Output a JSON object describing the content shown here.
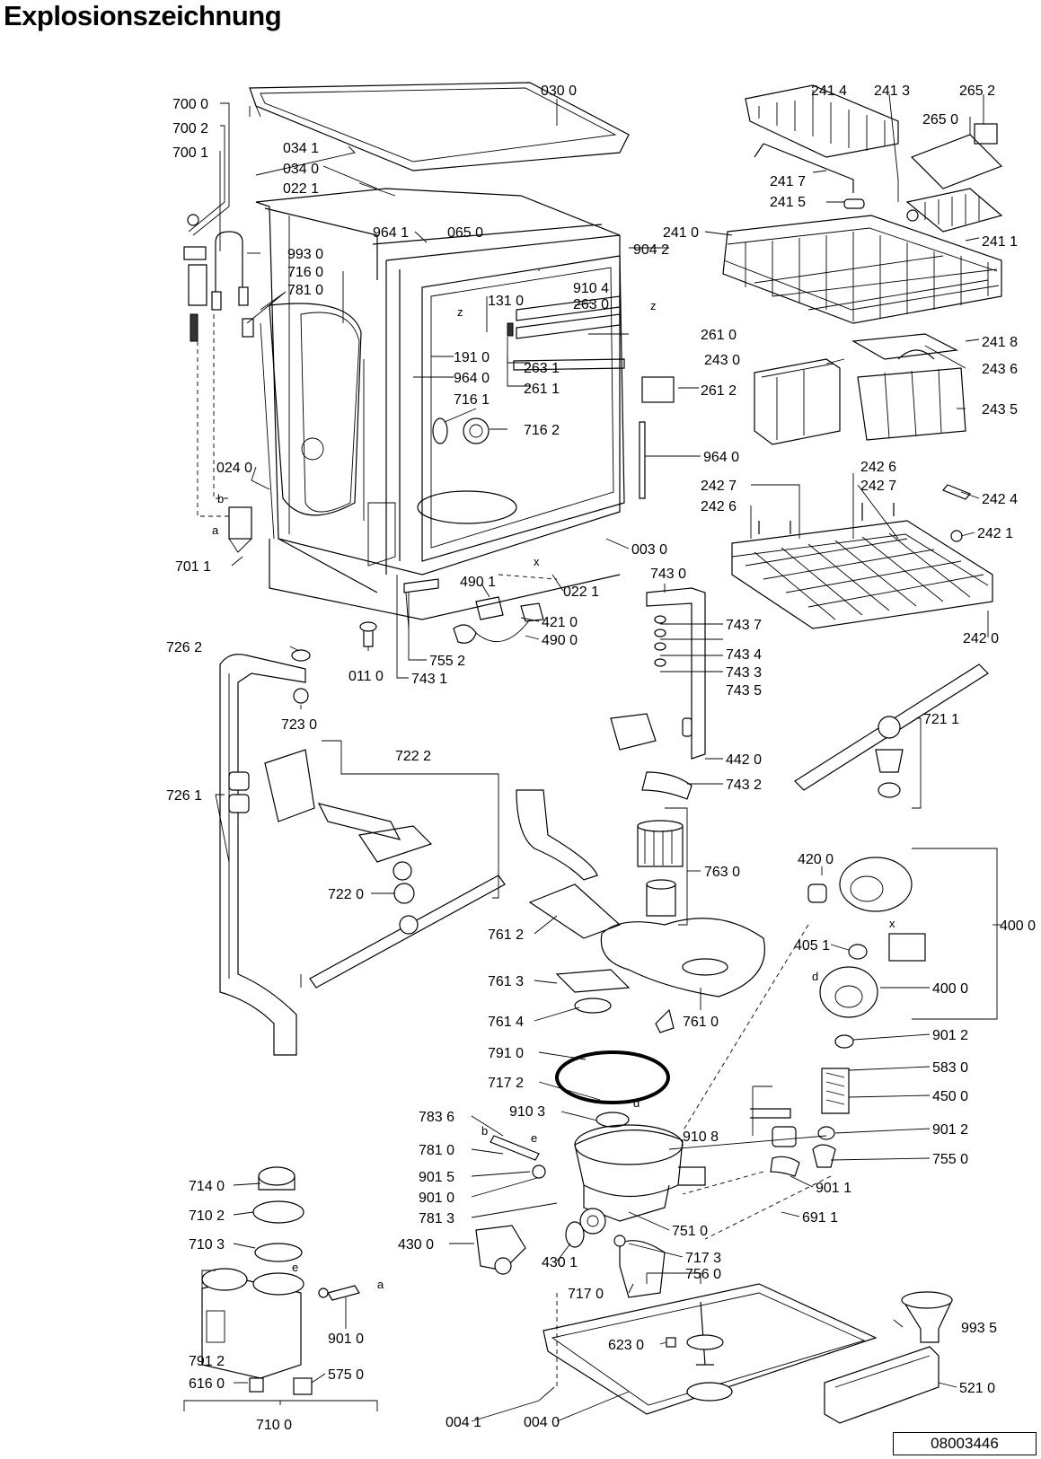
{
  "title": "Explosionszeichnung",
  "drawing_number": "08003446",
  "markers": [
    "z",
    "z",
    "x",
    "x",
    "b",
    "a",
    "b",
    "e",
    "a",
    "e",
    "d",
    "d"
  ],
  "callouts": [
    "700 0",
    "700 2",
    "700 1",
    "034 1",
    "034 0",
    "022 1",
    "030 0",
    "964 1",
    "065 0",
    "993 0",
    "716 0",
    "781 0",
    "904 2",
    "910 4",
    "131 0",
    "263 0",
    "261 0",
    "191 0",
    "964 0",
    "263 1",
    "261 1",
    "261 2",
    "716 1",
    "716 2",
    "964 0",
    "024 0",
    "003 0",
    "701 1",
    "490 1",
    "421 0",
    "490 0",
    "022 1",
    "755 2",
    "743 1",
    "011 0",
    "726 2",
    "723 0",
    "722 2",
    "726 1",
    "722 0",
    "743 0",
    "743 7",
    "743 4",
    "743 3",
    "743 5",
    "442 0",
    "743 2",
    "241 4",
    "241 3",
    "265 2",
    "265 0",
    "241 7",
    "241 5",
    "241 0",
    "241 1",
    "241 8",
    "243 0",
    "243 6",
    "243 5",
    "242 6",
    "242 7",
    "242 7",
    "242 6",
    "242 4",
    "242 1",
    "242 0",
    "721 1",
    "763 0",
    "761 2",
    "761 3",
    "761 4",
    "761 0",
    "420 0",
    "400 0",
    "405 1",
    "400 0",
    "901 2",
    "583 0",
    "450 0",
    "901 2",
    "755 0",
    "901 1",
    "691 1",
    "791 0",
    "717 2",
    "910 3",
    "910 8",
    "783 6",
    "781 0",
    "901 5",
    "901 0",
    "781 3",
    "751 0",
    "430 0",
    "430 1",
    "717 3",
    "756 0",
    "717 0",
    "623 0",
    "993 5",
    "521 0",
    "004 1",
    "004 0",
    "714 0",
    "710 2",
    "710 3",
    "791 2",
    "616 0",
    "575 0",
    "901 0",
    "710 0"
  ]
}
